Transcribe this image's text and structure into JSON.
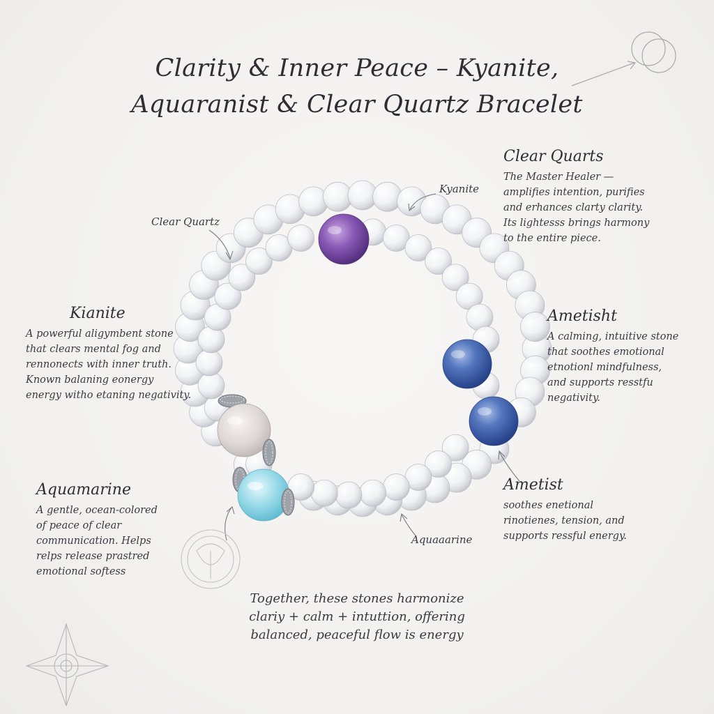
{
  "title": {
    "line1": "Clarity & Inner Peace – Kyanite,",
    "line2": "Aquaranist & Clear Quartz Bracelet"
  },
  "labels": {
    "clear_quartz": "Clear Quartz",
    "kyanite": "Kyanite",
    "aquamarine": "Aquaaarine"
  },
  "blocks": {
    "clear_quarts": {
      "heading": "Clear Quarts",
      "lines": [
        "The Master Healer —",
        "amplifies intention, purifies",
        "and erhances clarty clarity.",
        "Its lightesss brings harmony",
        "to the entire piece."
      ]
    },
    "kianite": {
      "heading": "Kianite",
      "lines": [
        "A powerful aligymbent stone",
        "that clears mental fog and",
        "rennonects with inner truth.",
        "Known balaning eonergy",
        "energy witho etaning negativity."
      ]
    },
    "ametisht": {
      "heading": "Ametisht",
      "lines": [
        "A calming, intuitive stone",
        "that soothes emotional",
        "etnotionl mindfulness,",
        "and supports resstfu",
        "negativity."
      ]
    },
    "aquamarine": {
      "heading": "Aquamarine",
      "lines": [
        "A gentle, ocean-colored",
        "of peace of clear",
        "communication. Helps",
        "relps release prastred",
        "emotional softess"
      ]
    },
    "ametist": {
      "heading": "Ametist",
      "lines": [
        "soothes enetional",
        "rinotienes, tension, and",
        "supports ressful energy."
      ]
    }
  },
  "footer": {
    "lines": [
      "Together, these stones harmonize",
      "clariy + calm + intuttion, offering",
      "balanced, peaceful flow is energy"
    ]
  },
  "colors": {
    "amethyst": "#7b4fa8",
    "kyanite": "#3f5fa8",
    "aquamarine": "#8ad6e6",
    "moonstone": "#dcd6d4",
    "quartz": "#ffffff",
    "ink": "#2f2f33"
  },
  "icons": [
    "double-circle-icon",
    "arrow-icon",
    "compass-star-icon",
    "knot-emblem-icon"
  ]
}
